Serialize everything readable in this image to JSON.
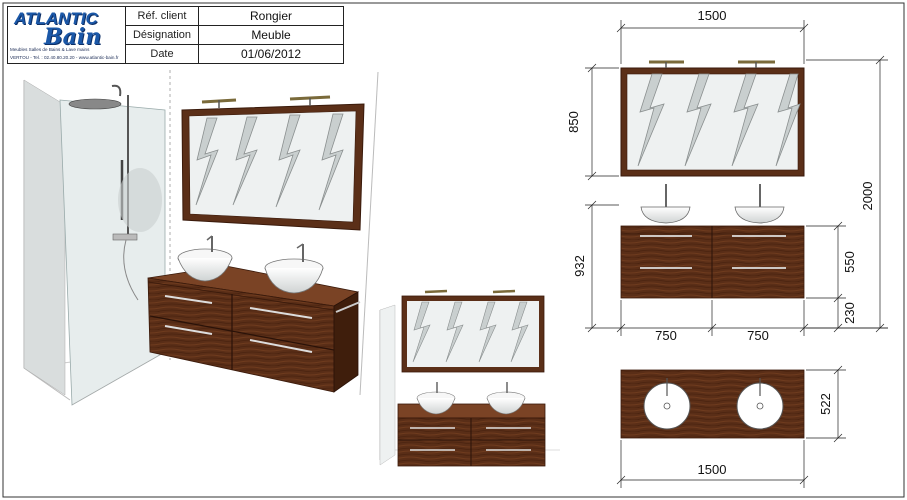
{
  "header": {
    "logo_word_1": "ATLANTIC",
    "logo_word_2": "Bain",
    "logo_tagline": "Meubles Salles de Bains & Lave mains",
    "logo_address": "VERTOU - Tel. : 02.40.80.20.20 - www.atlantic-bain.fr",
    "rows": [
      {
        "label": "Réf. client",
        "value": "Rongier"
      },
      {
        "label": "Désignation",
        "value": "Meuble"
      },
      {
        "label": "Date",
        "value": "01/06/2012"
      }
    ]
  },
  "dimensions": {
    "top_width": "1500",
    "mirror_height": "850",
    "total_height": "2000",
    "lower_height": "932",
    "cabinet_height": "550",
    "floor_gap": "230",
    "left_half": "750",
    "right_half": "750",
    "depth": "522",
    "bottom_width": "1500"
  },
  "colors": {
    "wood": "#5a2e17",
    "wood_light": "#7a4325",
    "glass": "#e6ecec",
    "logo_blue": "#1b58a8"
  }
}
